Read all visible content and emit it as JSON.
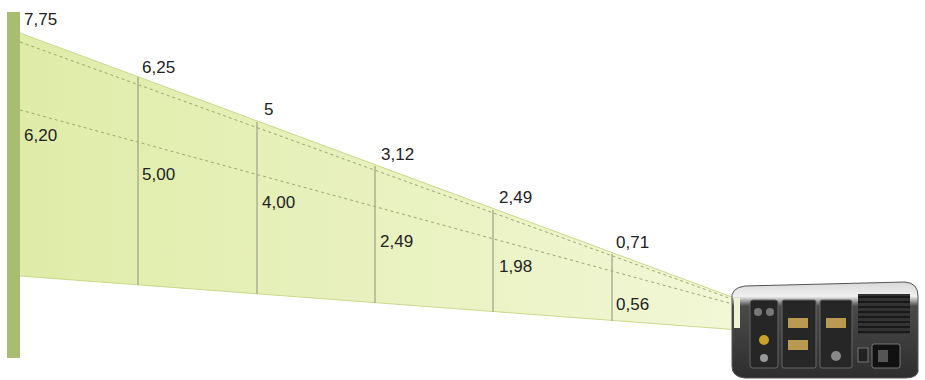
{
  "diagram": {
    "labels": [
      "7,75",
      "6,20",
      "6,25",
      "5,00",
      "5",
      "4,00",
      "3,12",
      "2,49",
      "2,49",
      "1,98",
      "0,71",
      "0,56"
    ]
  }
}
